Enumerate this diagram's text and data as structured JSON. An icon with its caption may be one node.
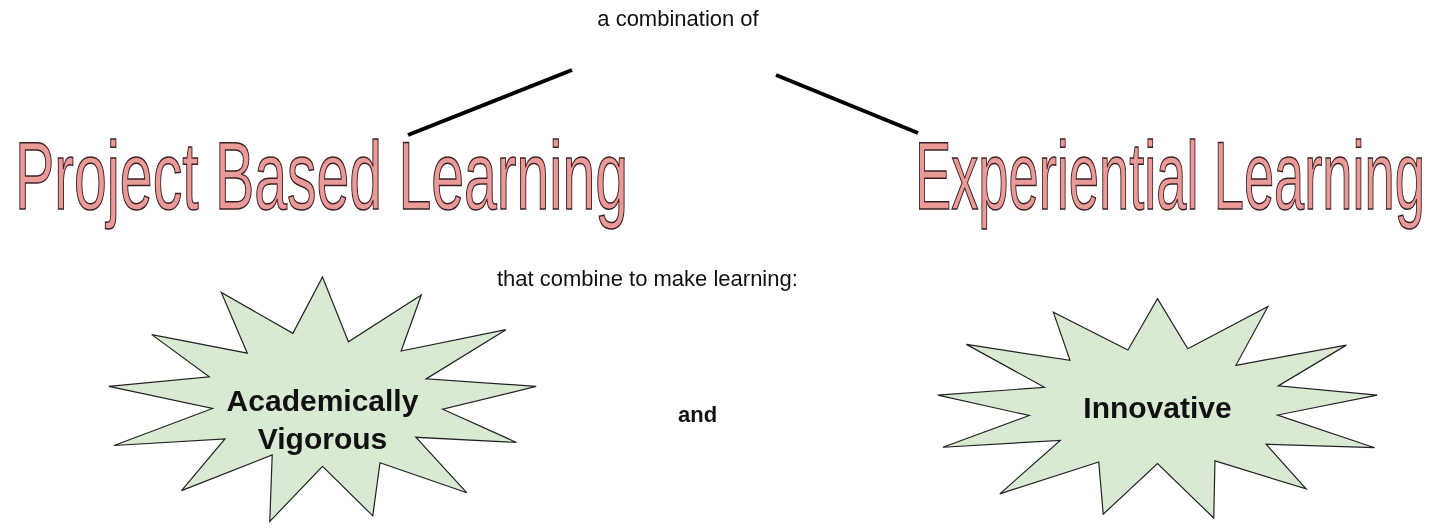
{
  "diagram": {
    "nodes": [
      {
        "text": [
          "a combination of"
        ]
      },
      {
        "text": [
          "Project Based Learning"
        ]
      },
      {
        "text": [
          "Experiential Learning"
        ]
      },
      {
        "text": [
          "Academically Vigorous"
        ]
      },
      {
        "text": [
          "Innovative"
        ]
      }
    ],
    "edges": [
      {
        "from": 0,
        "to": 1,
        "arrow": "none"
      },
      {
        "from": 0,
        "to": 2,
        "arrow": "none"
      }
    ],
    "labels": [
      "that combine to make learning:",
      "and"
    ]
  }
}
